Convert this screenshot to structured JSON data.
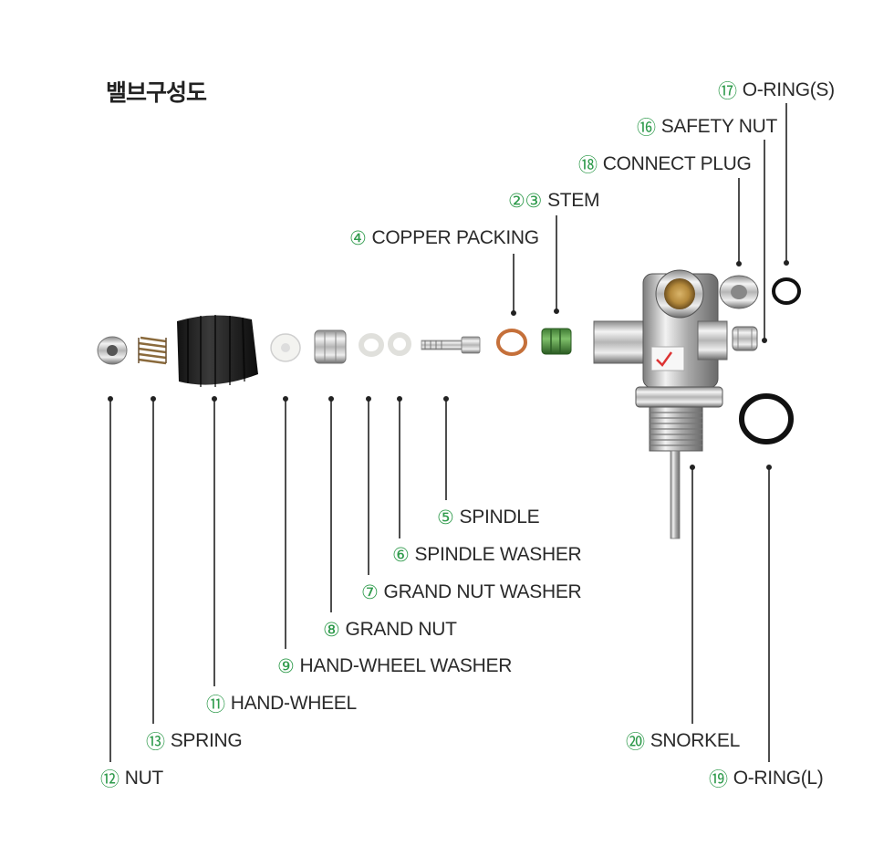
{
  "title": "밸브구성도",
  "accent_color": "#2f9b4c",
  "parts": [
    {
      "id": "o-ring-s",
      "number": "⑰",
      "name": "O-RING(S)"
    },
    {
      "id": "safety-nut",
      "number": "⑯",
      "name": "SAFETY NUT"
    },
    {
      "id": "connect-plug",
      "number": "⑱",
      "name": "CONNECT PLUG"
    },
    {
      "id": "stem",
      "number": "②③",
      "name": "STEM"
    },
    {
      "id": "copper-packing",
      "number": "④",
      "name": "COPPER PACKING"
    },
    {
      "id": "spindle",
      "number": "⑤",
      "name": "SPINDLE"
    },
    {
      "id": "spindle-washer",
      "number": "⑥",
      "name": "SPINDLE WASHER"
    },
    {
      "id": "grand-nut-washer",
      "number": "⑦",
      "name": "GRAND NUT WASHER"
    },
    {
      "id": "grand-nut",
      "number": "⑧",
      "name": "GRAND NUT"
    },
    {
      "id": "hand-wheel-washer",
      "number": "⑨",
      "name": "HAND-WHEEL WASHER"
    },
    {
      "id": "hand-wheel",
      "number": "⑪",
      "name": "HAND-WHEEL"
    },
    {
      "id": "spring",
      "number": "⑬",
      "name": "SPRING"
    },
    {
      "id": "nut",
      "number": "⑫",
      "name": "NUT"
    },
    {
      "id": "snorkel",
      "number": "⑳",
      "name": "SNORKEL"
    },
    {
      "id": "o-ring-l",
      "number": "⑲",
      "name": "O-RING(L)"
    }
  ]
}
